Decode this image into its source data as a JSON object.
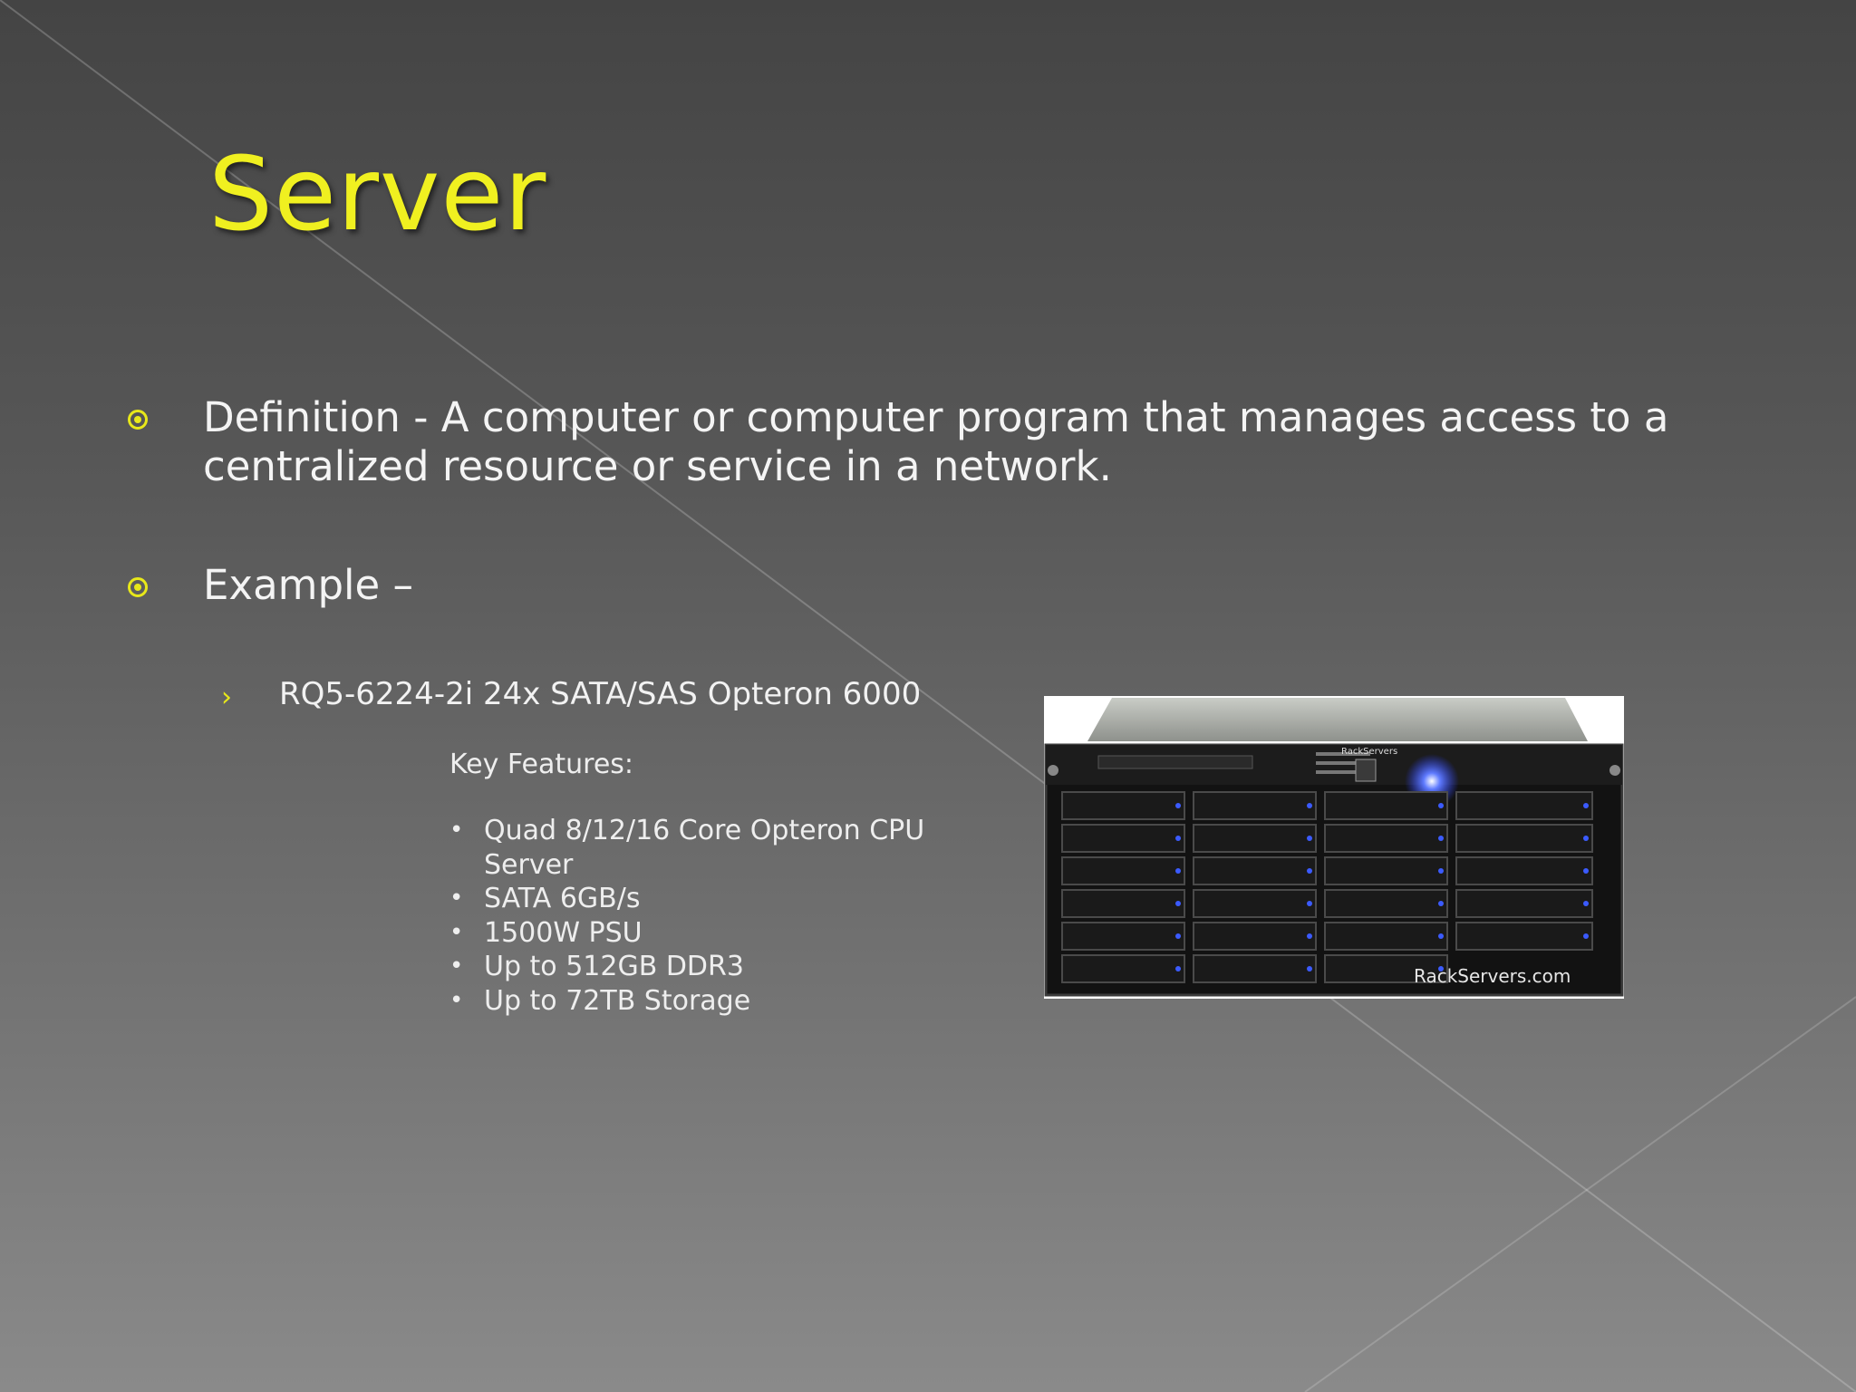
{
  "slide": {
    "title": "Server",
    "definition": "Definition -  A computer or computer program that manages access to a centralized resource or service in a network.",
    "example_label": "Example –",
    "example_item": "RQ5-6224-2i 24x SATA/SAS Opteron 6000",
    "key_features_title": "Key Features:",
    "features": [
      "Quad 8/12/16 Core Opteron CPU Server",
      "SATA 6GB/s",
      "1500W PSU",
      "Up to 512GB DDR3",
      "Up to 72TB Storage"
    ],
    "image": {
      "brand_top": "RackServers",
      "watermark": "RackServers.com"
    }
  },
  "colors": {
    "accent": "#e8e81a",
    "text": "#f2f2f2"
  }
}
